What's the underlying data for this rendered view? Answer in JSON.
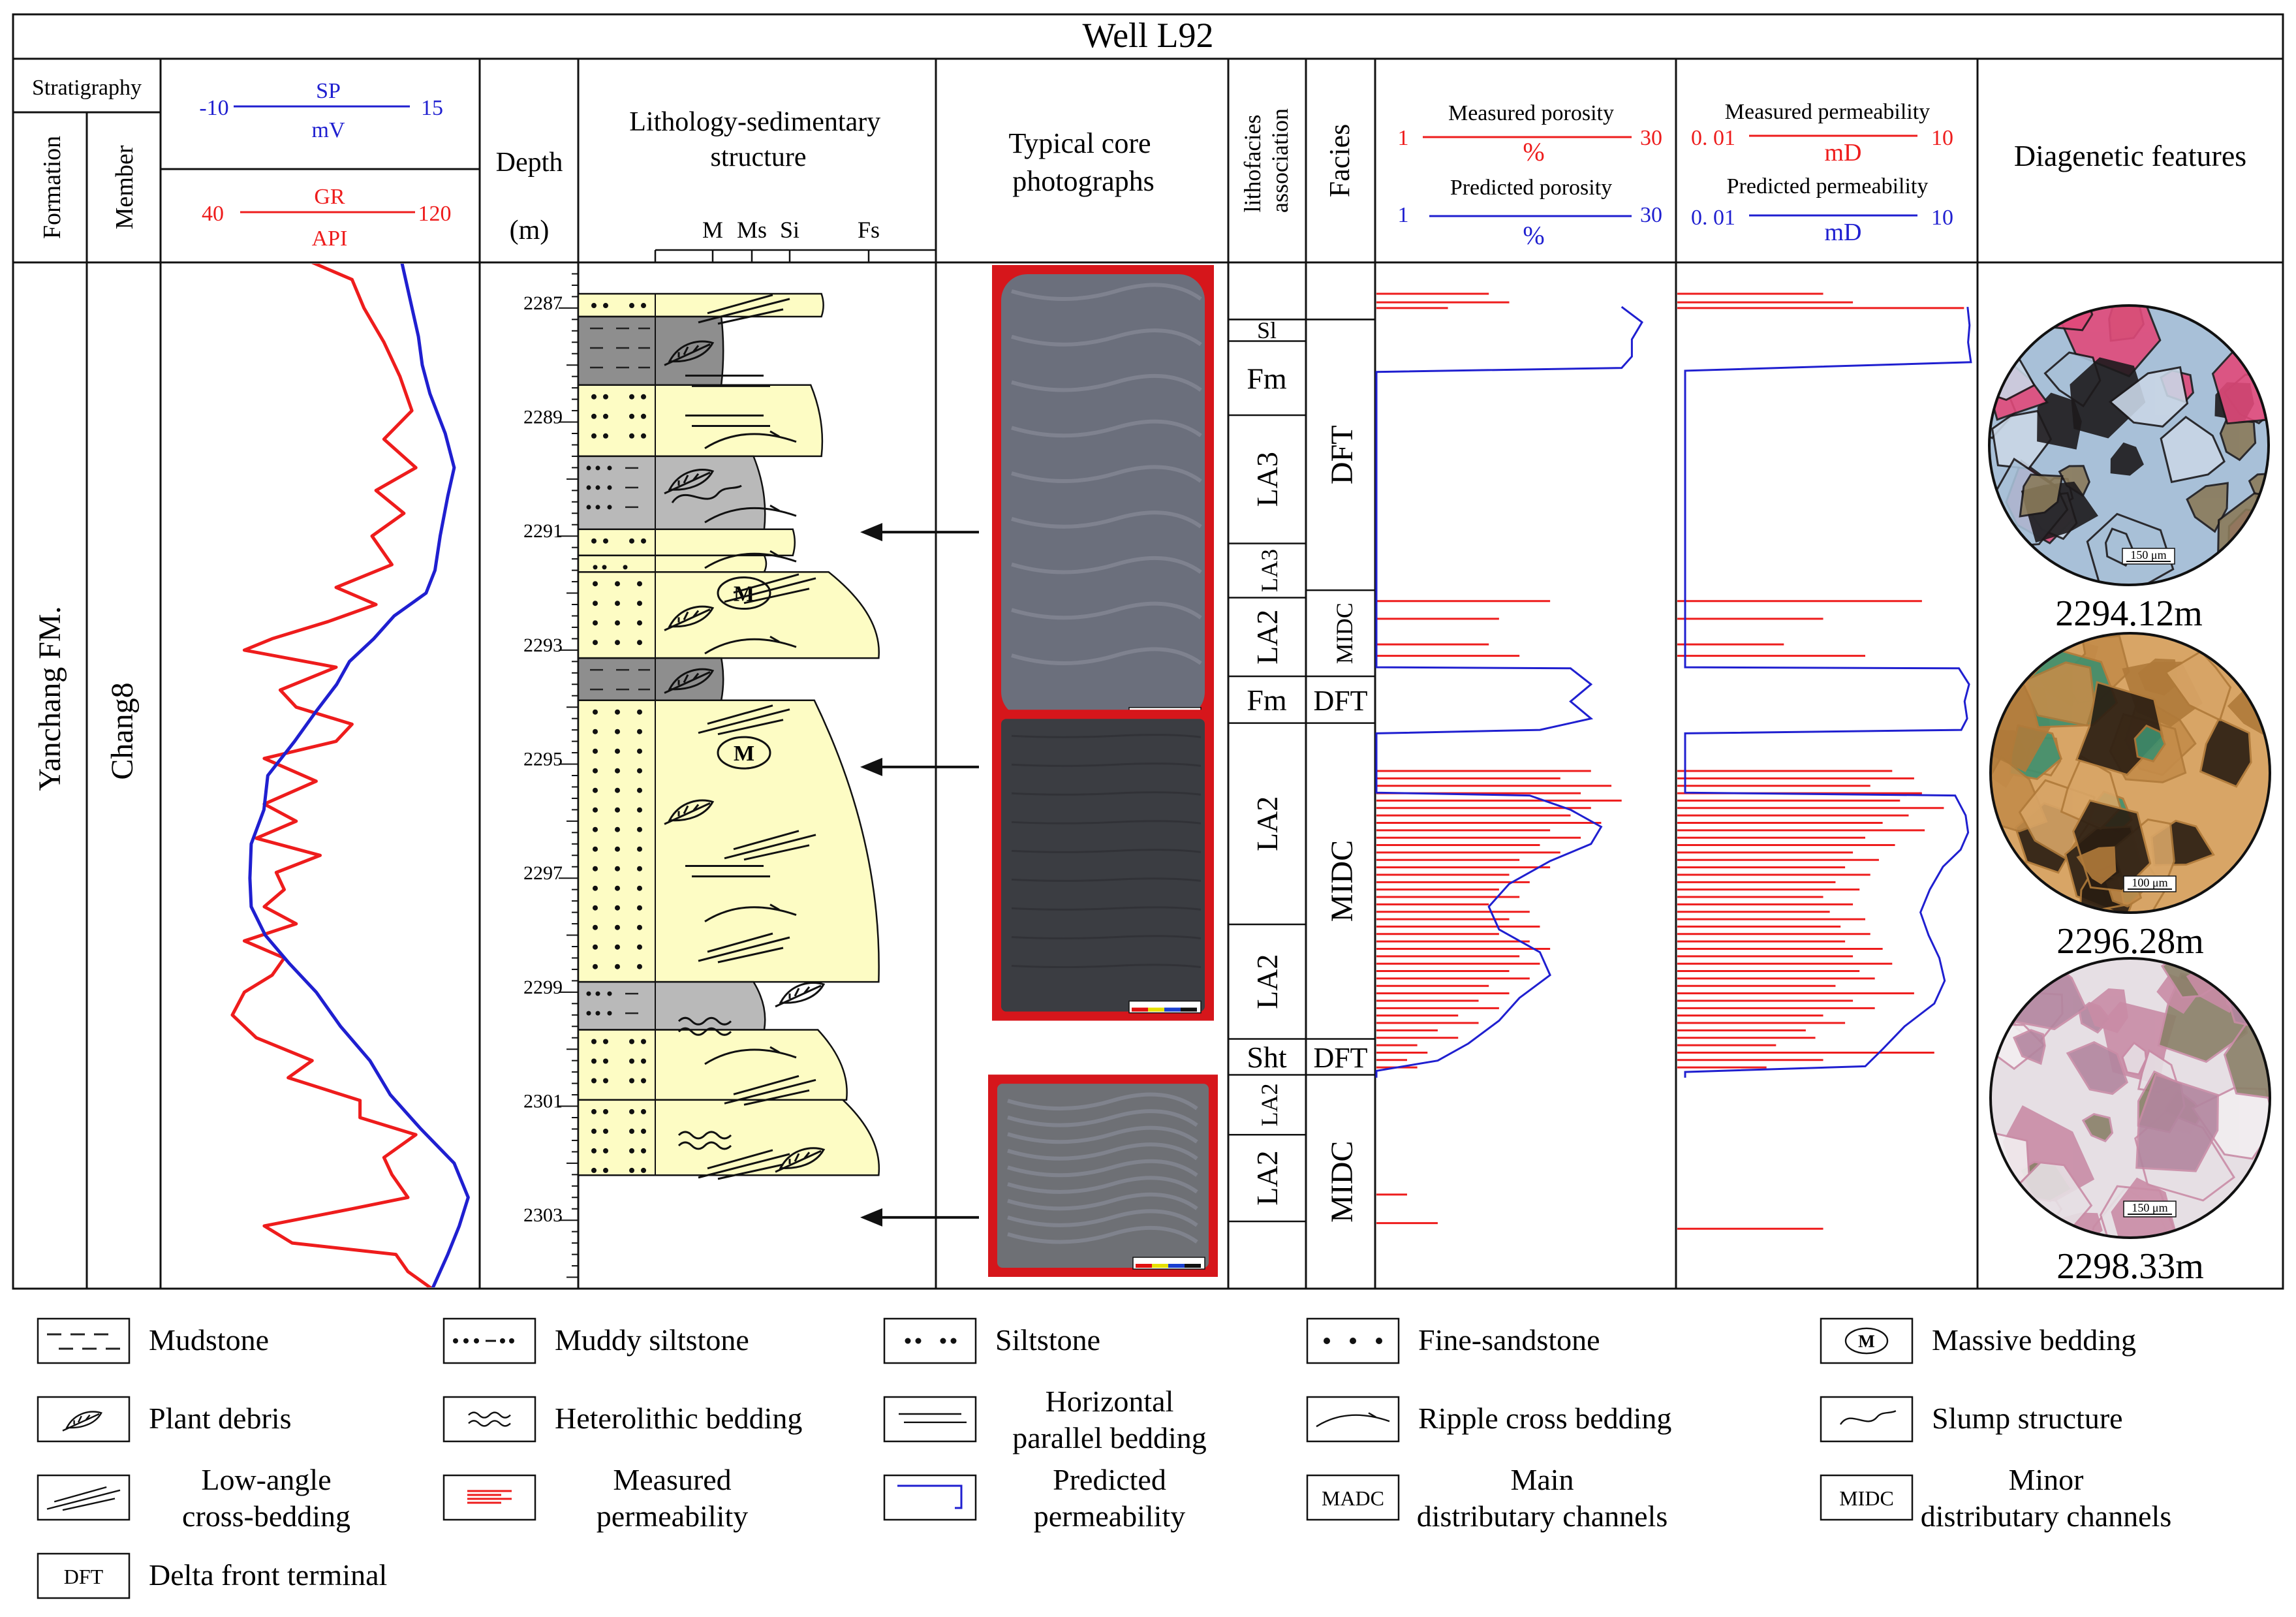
{
  "title": "Well L92",
  "headers": {
    "stratigraphy": "Stratigraphy",
    "formation": "Formation",
    "member": "Member",
    "sp": {
      "name": "SP",
      "min": "-10",
      "max": "15",
      "unit": "mV"
    },
    "gr": {
      "name": "GR",
      "min": "40",
      "max": "120",
      "unit": "API"
    },
    "depth": "Depth",
    "depth_unit": "(m)",
    "lithology": "Lithology-sedimentary structure",
    "grain_ticks": [
      "M",
      "Ms",
      "Si",
      "Fs"
    ],
    "core": "Typical core photographs",
    "lith_assoc": "lithofacies association",
    "facies": "Facies",
    "por_measured": {
      "name": "Measured porosity",
      "min": "1",
      "max": "30",
      "unit": "%"
    },
    "por_predicted": {
      "name": "Predicted porosity",
      "min": "1",
      "max": "30",
      "unit": "%"
    },
    "perm_measured": {
      "name": "Measured permeability",
      "min": "0. 01",
      "max": "10",
      "unit": "mD"
    },
    "perm_predicted": {
      "name": "Predicted permeability",
      "min": "0. 01",
      "max": "10",
      "unit": "mD"
    },
    "diagenetic": "Diagenetic features"
  },
  "formation_value": "Yanchang FM.",
  "member_value": "Chang8",
  "depth_range": [
    2286.2,
    2304.2
  ],
  "depth_labels": [
    "2287",
    "2289",
    "2291",
    "2293",
    "2295",
    "2297",
    "2299",
    "2301",
    "2303"
  ],
  "curves": {
    "gr_api": [
      [
        2286.2,
        78
      ],
      [
        2286.5,
        88
      ],
      [
        2287.0,
        91
      ],
      [
        2287.6,
        96
      ],
      [
        2288.2,
        100
      ],
      [
        2288.8,
        103
      ],
      [
        2289.3,
        96
      ],
      [
        2289.8,
        104
      ],
      [
        2290.2,
        94
      ],
      [
        2290.6,
        101
      ],
      [
        2291.0,
        93
      ],
      [
        2291.5,
        98
      ],
      [
        2291.9,
        84
      ],
      [
        2292.2,
        94
      ],
      [
        2292.5,
        82
      ],
      [
        2292.8,
        68
      ],
      [
        2293.0,
        61
      ],
      [
        2293.3,
        84
      ],
      [
        2293.7,
        70
      ],
      [
        2294.0,
        74
      ],
      [
        2294.3,
        88
      ],
      [
        2294.6,
        84
      ],
      [
        2294.9,
        66
      ],
      [
        2295.3,
        79
      ],
      [
        2295.7,
        66
      ],
      [
        2296.0,
        74
      ],
      [
        2296.3,
        64
      ],
      [
        2296.6,
        80
      ],
      [
        2296.9,
        69
      ],
      [
        2297.2,
        71
      ],
      [
        2297.5,
        66
      ],
      [
        2297.8,
        74
      ],
      [
        2298.1,
        61
      ],
      [
        2298.4,
        71
      ],
      [
        2298.7,
        68
      ],
      [
        2299.0,
        61
      ],
      [
        2299.4,
        58
      ],
      [
        2299.8,
        64
      ],
      [
        2300.2,
        78
      ],
      [
        2300.5,
        72
      ],
      [
        2300.9,
        90
      ],
      [
        2301.2,
        90
      ],
      [
        2301.5,
        104
      ],
      [
        2301.9,
        96
      ],
      [
        2302.2,
        98
      ],
      [
        2302.6,
        102
      ],
      [
        2302.8,
        88
      ],
      [
        2303.1,
        66
      ],
      [
        2303.4,
        73
      ],
      [
        2303.6,
        99
      ],
      [
        2303.9,
        102
      ],
      [
        2304.2,
        108
      ]
    ],
    "sp_mv": [
      [
        2286.2,
        8.9
      ],
      [
        2286.8,
        9.5
      ],
      [
        2287.5,
        10.2
      ],
      [
        2288.0,
        10.5
      ],
      [
        2288.5,
        11.1
      ],
      [
        2289.2,
        12.3
      ],
      [
        2289.8,
        13.0
      ],
      [
        2290.3,
        12.5
      ],
      [
        2291.0,
        11.9
      ],
      [
        2291.6,
        11.5
      ],
      [
        2292.0,
        10.8
      ],
      [
        2292.4,
        8.3
      ],
      [
        2292.8,
        6.7
      ],
      [
        2293.2,
        4.8
      ],
      [
        2293.6,
        3.8
      ],
      [
        2294.1,
        2.1
      ],
      [
        2294.6,
        0.5
      ],
      [
        2295.2,
        -1.6
      ],
      [
        2295.8,
        -1.9
      ],
      [
        2296.4,
        -2.9
      ],
      [
        2297.0,
        -3.0
      ],
      [
        2297.5,
        -2.9
      ],
      [
        2298.0,
        -1.8
      ],
      [
        2298.5,
        0.1
      ],
      [
        2299.0,
        2.2
      ],
      [
        2299.6,
        4.1
      ],
      [
        2300.2,
        6.4
      ],
      [
        2300.8,
        8.0
      ],
      [
        2301.4,
        10.4
      ],
      [
        2302.0,
        13.0
      ],
      [
        2302.6,
        14.1
      ],
      [
        2303.1,
        13.4
      ],
      [
        2303.6,
        12.5
      ],
      [
        2304.2,
        11.3
      ]
    ],
    "por_pred": [
      [
        2286.98,
        25
      ],
      [
        2287.25,
        27
      ],
      [
        2287.55,
        26
      ],
      [
        2287.85,
        26
      ],
      [
        2288.05,
        25
      ],
      [
        2288.12,
        1
      ],
      [
        2288.3,
        1
      ],
      [
        2293.3,
        1
      ],
      [
        2293.32,
        20
      ],
      [
        2293.6,
        22
      ],
      [
        2293.9,
        20
      ],
      [
        2294.2,
        22
      ],
      [
        2294.4,
        17
      ],
      [
        2294.46,
        1
      ],
      [
        2294.6,
        1
      ],
      [
        2295.5,
        1
      ],
      [
        2295.55,
        16
      ],
      [
        2295.8,
        20
      ],
      [
        2296.1,
        23
      ],
      [
        2296.4,
        22
      ],
      [
        2296.7,
        18
      ],
      [
        2297.1,
        14
      ],
      [
        2297.5,
        12
      ],
      [
        2297.9,
        13
      ],
      [
        2298.3,
        17
      ],
      [
        2298.7,
        18
      ],
      [
        2299.1,
        15
      ],
      [
        2299.5,
        13
      ],
      [
        2299.9,
        10
      ],
      [
        2300.2,
        7
      ],
      [
        2300.38,
        1
      ],
      [
        2300.5,
        1
      ]
    ],
    "perm_pred": [
      [
        2286.98,
        8.7
      ],
      [
        2287.3,
        9.1
      ],
      [
        2287.6,
        8.8
      ],
      [
        2287.95,
        9.4
      ],
      [
        2288.1,
        0.012
      ],
      [
        2288.3,
        0.012
      ],
      [
        2293.3,
        0.012
      ],
      [
        2293.32,
        7.1
      ],
      [
        2293.6,
        9
      ],
      [
        2293.9,
        8.1
      ],
      [
        2294.2,
        8.6
      ],
      [
        2294.4,
        7.5
      ],
      [
        2294.46,
        0.012
      ],
      [
        2294.6,
        0.012
      ],
      [
        2295.5,
        0.012
      ],
      [
        2295.55,
        6.5
      ],
      [
        2295.9,
        8.3
      ],
      [
        2296.2,
        8.8
      ],
      [
        2296.5,
        7.4
      ],
      [
        2296.8,
        4.9
      ],
      [
        2297.2,
        3.6
      ],
      [
        2297.6,
        2.9
      ],
      [
        2298.0,
        3.5
      ],
      [
        2298.4,
        4.5
      ],
      [
        2298.8,
        5.1
      ],
      [
        2299.2,
        4.0
      ],
      [
        2299.6,
        2.0
      ],
      [
        2300.0,
        1.2
      ],
      [
        2300.3,
        0.8
      ],
      [
        2300.4,
        0.012
      ],
      [
        2300.5,
        0.012
      ]
    ]
  },
  "lithology_beds": [
    {
      "top": 2286.75,
      "base": 2287.15,
      "rock": "siltstone",
      "width": 0.68,
      "taper": 0
    },
    {
      "top": 2287.15,
      "base": 2288.35,
      "rock": "mudstone",
      "width": 0.4,
      "taper": 0
    },
    {
      "top": 2288.35,
      "base": 2289.6,
      "rock": "siltstone",
      "width": 0.68,
      "taper": 0.03
    },
    {
      "top": 2289.6,
      "base": 2290.88,
      "rock": "muddy-siltstone",
      "width": 0.52,
      "taper": 0.03
    },
    {
      "top": 2290.88,
      "base": 2291.34,
      "rock": "siltstone",
      "width": 0.6,
      "taper": 0
    },
    {
      "top": 2291.34,
      "base": 2291.63,
      "rock": "heterolithic",
      "width": 0.52,
      "taper": 0
    },
    {
      "top": 2291.63,
      "base": 2293.14,
      "rock": "fine-sandstone",
      "width": 0.84,
      "taper": 0.14
    },
    {
      "top": 2293.14,
      "base": 2293.88,
      "rock": "mudstone",
      "width": 0.4,
      "taper": 0
    },
    {
      "top": 2293.88,
      "base": 2298.82,
      "rock": "fine-sandstone",
      "width": 0.84,
      "taper": 0.18
    },
    {
      "top": 2298.82,
      "base": 2299.66,
      "rock": "muddy-siltstone",
      "width": 0.52,
      "taper": 0.03
    },
    {
      "top": 2299.66,
      "base": 2300.89,
      "rock": "siltstone",
      "width": 0.75,
      "taper": 0.08
    },
    {
      "top": 2300.89,
      "base": 2302.21,
      "rock": "siltstone",
      "width": 0.84,
      "taper": 0.1
    }
  ],
  "structures": [
    {
      "depth": 2287.0,
      "kind": "low-angle"
    },
    {
      "depth": 2287.75,
      "kind": "plant"
    },
    {
      "depth": 2288.3,
      "kind": "parallel"
    },
    {
      "depth": 2289.0,
      "kind": "parallel"
    },
    {
      "depth": 2289.3,
      "kind": "ripple"
    },
    {
      "depth": 2290.0,
      "kind": "plant"
    },
    {
      "depth": 2290.3,
      "kind": "slump"
    },
    {
      "depth": 2290.6,
      "kind": "ripple"
    },
    {
      "depth": 2291.4,
      "kind": "ripple"
    },
    {
      "depth": 2292.0,
      "kind": "massive"
    },
    {
      "depth": 2291.9,
      "kind": "low-angle"
    },
    {
      "depth": 2292.4,
      "kind": "plant"
    },
    {
      "depth": 2292.9,
      "kind": "ripple"
    },
    {
      "depth": 2293.5,
      "kind": "plant"
    },
    {
      "depth": 2294.2,
      "kind": "low-angle"
    },
    {
      "depth": 2294.8,
      "kind": "massive"
    },
    {
      "depth": 2295.8,
      "kind": "plant"
    },
    {
      "depth": 2296.4,
      "kind": "low-angle"
    },
    {
      "depth": 2296.9,
      "kind": "parallel"
    },
    {
      "depth": 2297.6,
      "kind": "ripple"
    },
    {
      "depth": 2298.2,
      "kind": "low-angle"
    },
    {
      "depth": 2299.0,
      "kind": "plant"
    },
    {
      "depth": 2299.6,
      "kind": "heterolithic"
    },
    {
      "depth": 2300.1,
      "kind": "ripple"
    },
    {
      "depth": 2300.7,
      "kind": "low-angle"
    },
    {
      "depth": 2301.6,
      "kind": "heterolithic"
    },
    {
      "depth": 2302.0,
      "kind": "low-angle"
    },
    {
      "depth": 2301.9,
      "kind": "plant"
    }
  ],
  "lith_assoc": [
    {
      "top": 2286.2,
      "base": 2287.2,
      "label": ""
    },
    {
      "top": 2287.2,
      "base": 2287.58,
      "label": "Sl"
    },
    {
      "top": 2287.58,
      "base": 2288.88,
      "label": "Fm"
    },
    {
      "top": 2288.88,
      "base": 2291.13,
      "label": "LA3"
    },
    {
      "top": 2291.13,
      "base": 2292.08,
      "label": "LA3"
    },
    {
      "top": 2292.08,
      "base": 2293.46,
      "label": "LA2"
    },
    {
      "top": 2293.46,
      "base": 2294.28,
      "label": "Fm"
    },
    {
      "top": 2294.28,
      "base": 2297.81,
      "label": "LA2"
    },
    {
      "top": 2297.81,
      "base": 2299.82,
      "label": "LA2"
    },
    {
      "top": 2299.82,
      "base": 2300.45,
      "label": "Sht"
    },
    {
      "top": 2300.45,
      "base": 2301.5,
      "label": "LA2"
    },
    {
      "top": 2301.5,
      "base": 2303.02,
      "label": "LA2"
    },
    {
      "top": 2303.02,
      "base": 2304.2,
      "label": ""
    }
  ],
  "facies": [
    {
      "top": 2286.2,
      "base": 2287.2,
      "label": ""
    },
    {
      "top": 2287.2,
      "base": 2291.95,
      "label": "DFT"
    },
    {
      "top": 2291.95,
      "base": 2293.46,
      "label": "MIDC"
    },
    {
      "top": 2293.46,
      "base": 2294.28,
      "label": "DFT"
    },
    {
      "top": 2294.28,
      "base": 2299.82,
      "label": "MIDC"
    },
    {
      "top": 2299.82,
      "base": 2300.45,
      "label": "DFT"
    },
    {
      "top": 2300.45,
      "base": 2304.2,
      "label": "MIDC"
    }
  ],
  "measured_porosity": [
    [
      2286.75,
      12
    ],
    [
      2286.9,
      14
    ],
    [
      2287.0,
      8
    ],
    [
      2292.14,
      18
    ],
    [
      2292.45,
      13
    ],
    [
      2292.9,
      12
    ],
    [
      2293.1,
      15
    ],
    [
      2295.12,
      22
    ],
    [
      2295.25,
      19
    ],
    [
      2295.38,
      24
    ],
    [
      2295.51,
      21
    ],
    [
      2295.64,
      25
    ],
    [
      2295.77,
      22
    ],
    [
      2295.9,
      20
    ],
    [
      2296.03,
      23
    ],
    [
      2296.16,
      18
    ],
    [
      2296.29,
      21
    ],
    [
      2296.42,
      17
    ],
    [
      2296.55,
      19
    ],
    [
      2296.68,
      15
    ],
    [
      2296.81,
      18
    ],
    [
      2296.94,
      14
    ],
    [
      2297.07,
      16
    ],
    [
      2297.2,
      13
    ],
    [
      2297.33,
      15
    ],
    [
      2297.46,
      12
    ],
    [
      2297.59,
      16
    ],
    [
      2297.72,
      14
    ],
    [
      2297.85,
      17
    ],
    [
      2297.98,
      13
    ],
    [
      2298.11,
      16
    ],
    [
      2298.24,
      18
    ],
    [
      2298.37,
      15
    ],
    [
      2298.5,
      17
    ],
    [
      2298.63,
      14
    ],
    [
      2298.76,
      16
    ],
    [
      2298.89,
      12
    ],
    [
      2299.02,
      14
    ],
    [
      2299.15,
      11
    ],
    [
      2299.28,
      13
    ],
    [
      2299.41,
      9
    ],
    [
      2299.54,
      11
    ],
    [
      2299.67,
      7
    ],
    [
      2299.8,
      9
    ],
    [
      2299.93,
      5
    ],
    [
      2300.06,
      6
    ],
    [
      2300.19,
      4
    ],
    [
      2300.32,
      5
    ],
    [
      2302.55,
      4
    ],
    [
      2303.05,
      7
    ]
  ],
  "measured_permeability": [
    [
      2286.75,
      0.3
    ],
    [
      2286.9,
      0.6
    ],
    [
      2287.0,
      8
    ],
    [
      2292.14,
      3
    ],
    [
      2292.45,
      0.3
    ],
    [
      2292.9,
      0.12
    ],
    [
      2293.1,
      0.8
    ],
    [
      2295.12,
      1.5
    ],
    [
      2295.25,
      2.5
    ],
    [
      2295.38,
      0.9
    ],
    [
      2295.51,
      3
    ],
    [
      2295.64,
      1.8
    ],
    [
      2295.77,
      5
    ],
    [
      2295.9,
      2.2
    ],
    [
      2296.03,
      1.2
    ],
    [
      2296.16,
      3.2
    ],
    [
      2296.29,
      0.8
    ],
    [
      2296.42,
      1.6
    ],
    [
      2296.55,
      0.6
    ],
    [
      2296.68,
      1.1
    ],
    [
      2296.81,
      0.5
    ],
    [
      2296.94,
      0.9
    ],
    [
      2297.07,
      0.4
    ],
    [
      2297.2,
      0.7
    ],
    [
      2297.33,
      0.3
    ],
    [
      2297.46,
      0.6
    ],
    [
      2297.59,
      0.35
    ],
    [
      2297.72,
      0.8
    ],
    [
      2297.85,
      0.45
    ],
    [
      2297.98,
      0.9
    ],
    [
      2298.11,
      0.5
    ],
    [
      2298.24,
      1.2
    ],
    [
      2298.37,
      0.6
    ],
    [
      2298.5,
      1.5
    ],
    [
      2298.63,
      0.7
    ],
    [
      2298.76,
      1.0
    ],
    [
      2298.89,
      0.4
    ],
    [
      2299.02,
      2.5
    ],
    [
      2299.15,
      0.6
    ],
    [
      2299.28,
      1.0
    ],
    [
      2299.41,
      0.3
    ],
    [
      2299.54,
      0.5
    ],
    [
      2299.67,
      0.2
    ],
    [
      2299.8,
      0.25
    ],
    [
      2299.93,
      0.1
    ],
    [
      2300.06,
      4
    ],
    [
      2300.19,
      0.3
    ],
    [
      2300.32,
      0.08
    ],
    [
      2303.15,
      0.3
    ]
  ],
  "core_photos": [
    {
      "top": 2286.2,
      "base": 2294.35,
      "color": "#6b6f7c"
    },
    {
      "top": 2294.0,
      "base": 2299.5,
      "color": "#3b3d42"
    },
    {
      "top": 2300.4,
      "base": 2304.2,
      "color": "#6e7075"
    }
  ],
  "arrows_depth": [
    2290.93,
    2295.05,
    2302.95
  ],
  "thin_sections": [
    {
      "depth_label": "2294.12m",
      "scale": "150 μm",
      "palette": [
        "#1d1a1c",
        "#a8c0d8",
        "#e04a7a",
        "#8a7a5a",
        "#c9d6e6"
      ]
    },
    {
      "depth_label": "2296.28m",
      "scale": "100 μm",
      "palette": [
        "#b07a3a",
        "#d8a566",
        "#2a1d12",
        "#3e8f6e",
        "#c48c4a"
      ]
    },
    {
      "depth_label": "2298.33m",
      "scale": "150 μm",
      "palette": [
        "#c98ca6",
        "#e6dfe4",
        "#8a8068",
        "#b3869f",
        "#f2eef0"
      ]
    }
  ],
  "legend": [
    {
      "key": "mudstone",
      "label": "Mudstone"
    },
    {
      "key": "muddy-siltstone",
      "label": "Muddy siltstone"
    },
    {
      "key": "siltstone",
      "label": "Siltstone"
    },
    {
      "key": "fine-sandstone",
      "label": "Fine-sandstone"
    },
    {
      "key": "massive",
      "label": "Massive bedding"
    },
    {
      "key": "plant",
      "label": "Plant debris"
    },
    {
      "key": "heterolithic",
      "label": "Heterolithic bedding"
    },
    {
      "key": "parallel",
      "label": "Horizontal parallel bedding"
    },
    {
      "key": "ripple",
      "label": "Ripple cross bedding"
    },
    {
      "key": "slump",
      "label": "Slump structure"
    },
    {
      "key": "low-angle",
      "label": "Low-angle cross-bedding"
    },
    {
      "key": "meas-perm",
      "label": "Measured permeability"
    },
    {
      "key": "pred-perm",
      "label": "Predicted permeability"
    },
    {
      "key": "madc",
      "label": "Main distributary channels",
      "abbr": "MADC"
    },
    {
      "key": "midc",
      "label": "Minor distributary channels",
      "abbr": "MIDC"
    },
    {
      "key": "dft",
      "label": "Delta front terminal",
      "abbr": "DFT"
    }
  ],
  "colors": {
    "sp": "#1f1fd0",
    "gr": "#ee1c1c",
    "sand": "#fdfcc4",
    "mud": "#8e8e8e",
    "muddysilt": "#b9b9b9",
    "core_bg": "#d6161b"
  }
}
